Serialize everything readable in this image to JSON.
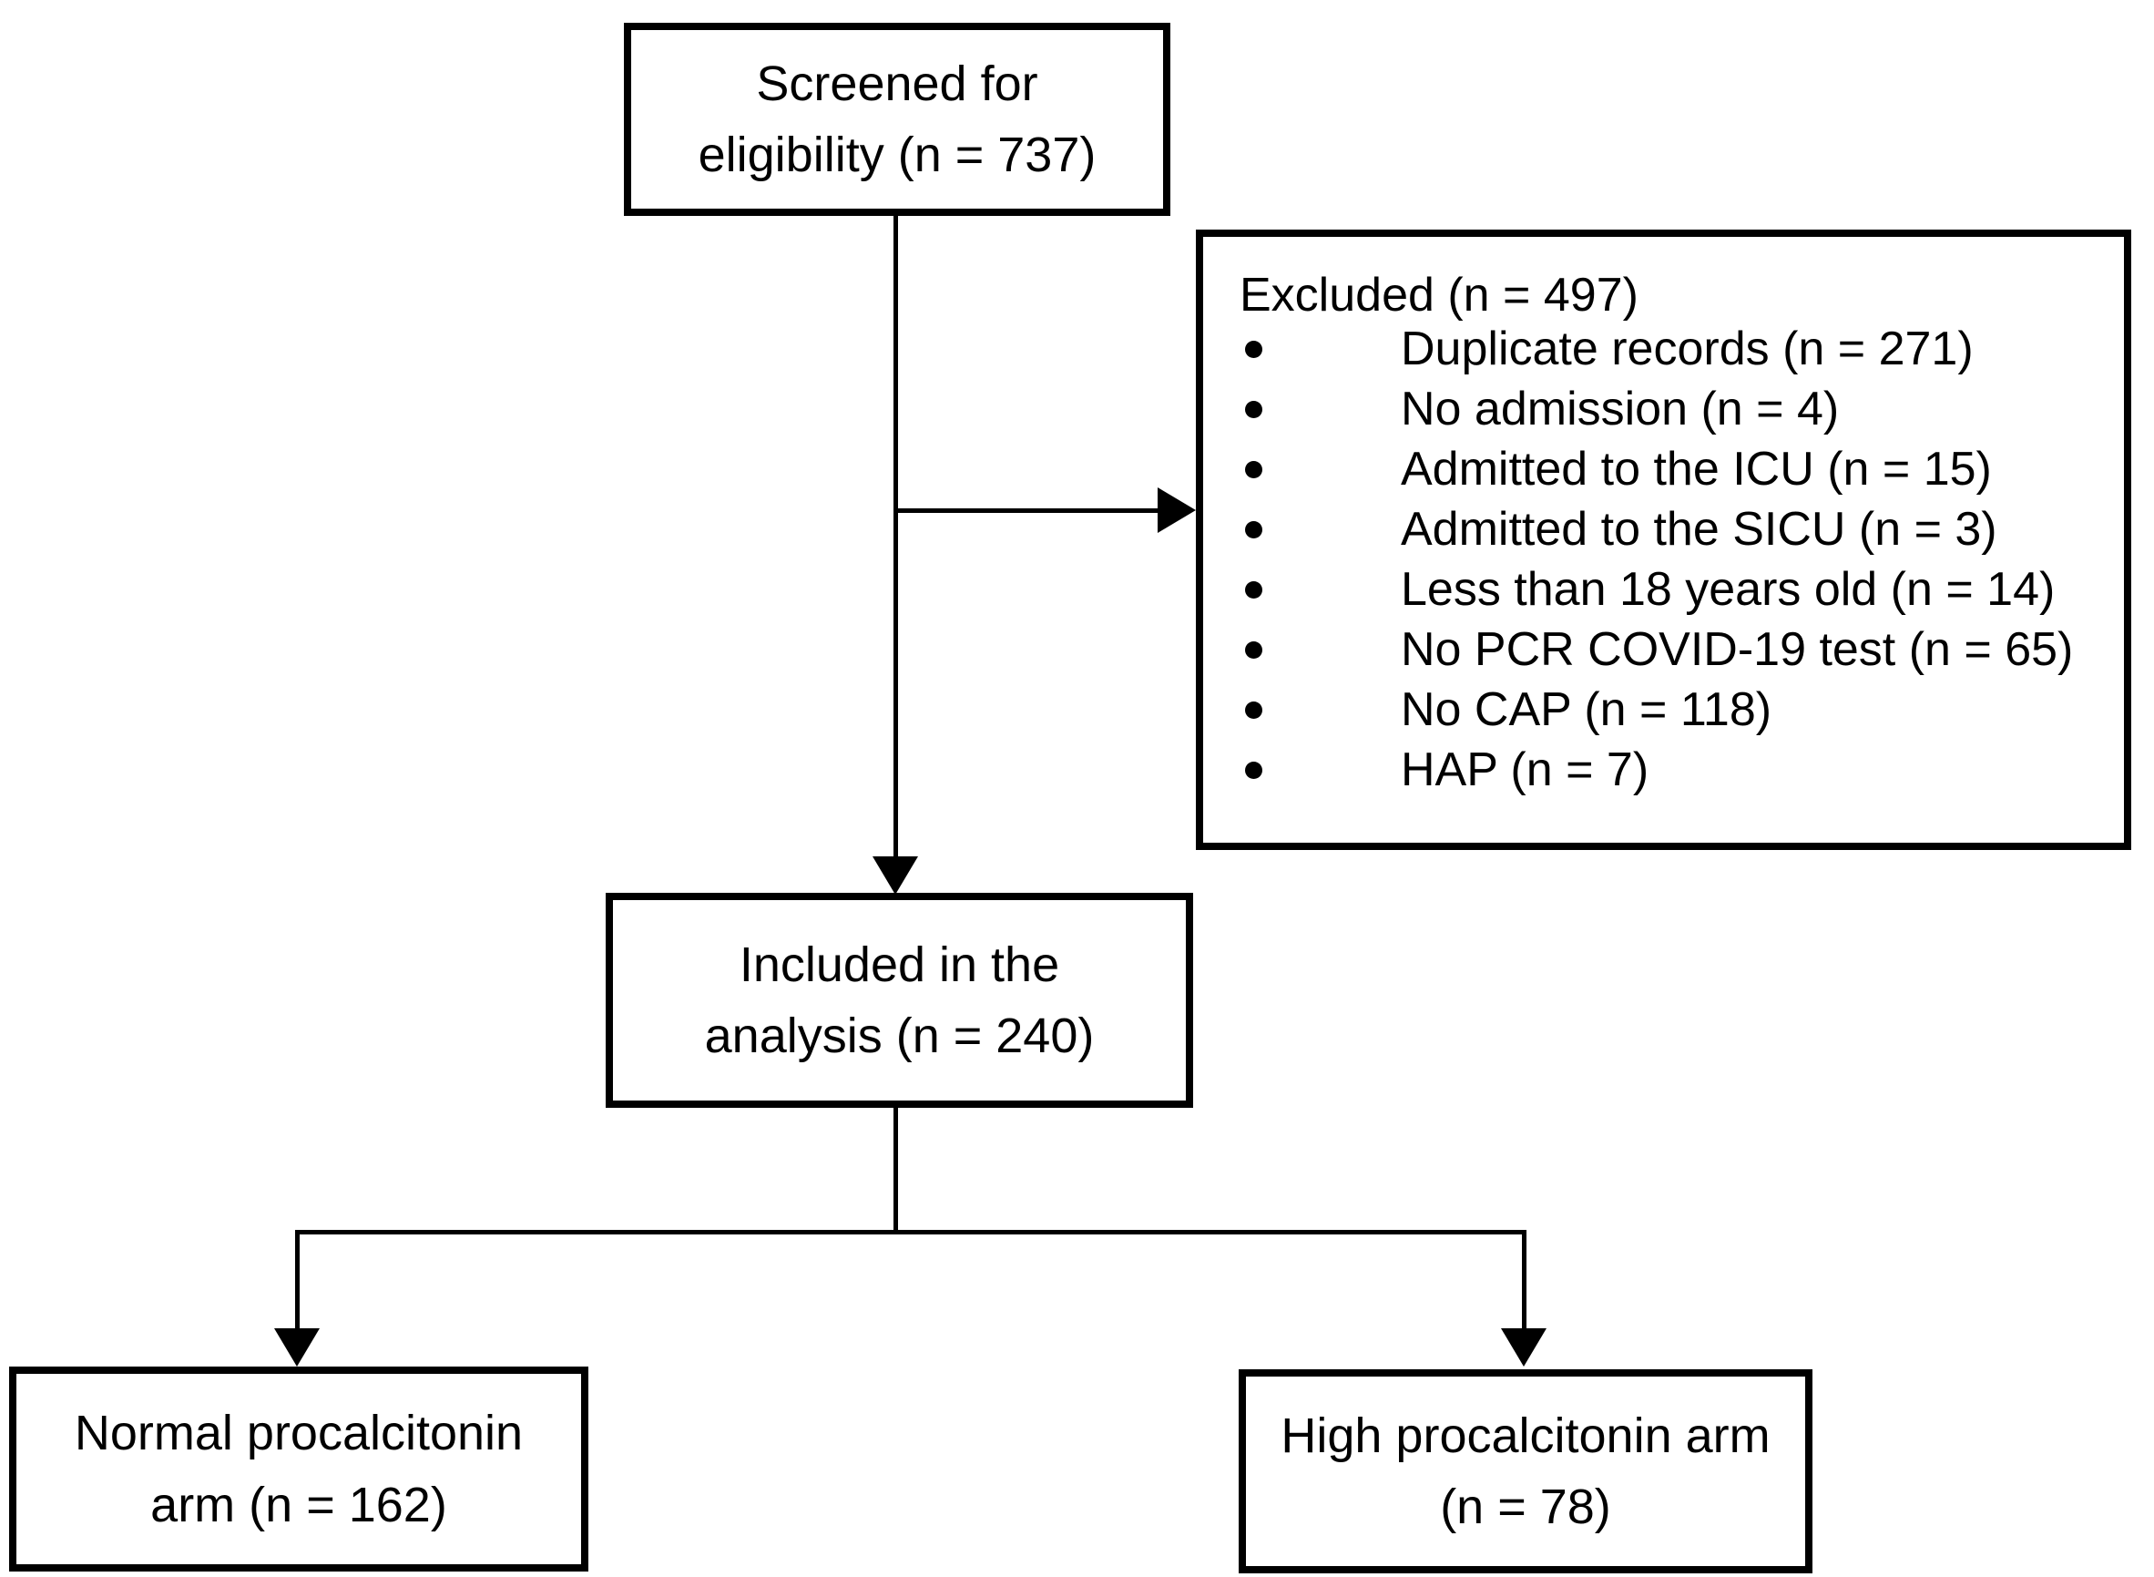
{
  "diagram": {
    "type": "study-flow-diagram",
    "nodes": {
      "screened": {
        "line1": "Screened for",
        "line2": "eligibility (n = 737)"
      },
      "excluded": {
        "title": "Excluded (n = 497)",
        "items": [
          "Duplicate records (n = 271)",
          "No admission (n = 4)",
          "Admitted to the ICU (n = 15)",
          "Admitted to the SICU (n = 3)",
          "Less than 18 years old (n = 14)",
          "No PCR COVID-19 test (n = 65)",
          "No CAP (n = 118)",
          "HAP (n = 7)"
        ]
      },
      "included": {
        "line1": "Included in the",
        "line2": "analysis (n = 240)"
      },
      "normal_arm": {
        "line1": "Normal procalcitonin",
        "line2": "arm (n = 162)"
      },
      "high_arm": {
        "line1": "High procalcitonin arm",
        "line2": "(n = 78)"
      }
    },
    "counts": {
      "screened": 737,
      "excluded": 497,
      "duplicate_records": 271,
      "no_admission": 4,
      "admitted_icu": 15,
      "admitted_sicu": 3,
      "less_than_18": 14,
      "no_pcr_covid19_test": 65,
      "no_cap": 118,
      "hap": 7,
      "included": 240,
      "normal_procalcitonin_arm": 162,
      "high_procalcitonin_arm": 78
    },
    "colors": {
      "stroke": "#000000",
      "fill": "#ffffff",
      "text": "#000000"
    }
  }
}
